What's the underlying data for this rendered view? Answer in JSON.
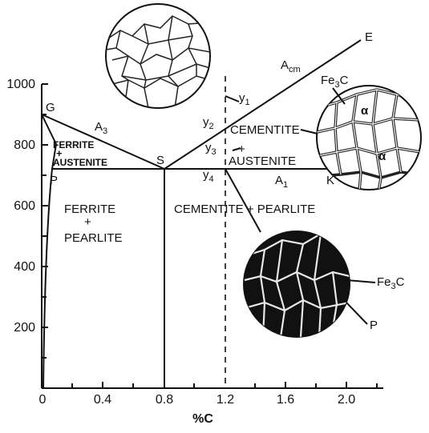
{
  "axes": {
    "xlabel": "%C",
    "x_ticks": [
      "0",
      "0.4",
      "0.8",
      "1.2",
      "1.6",
      "2.0"
    ],
    "y_ticks": [
      "1000",
      "800",
      "600",
      "400",
      "200"
    ]
  },
  "points": {
    "G": "G",
    "P": "P",
    "S": "S",
    "K": "K",
    "E": "E"
  },
  "lines": {
    "a3": "A",
    "a3_sub": "3",
    "acm": "A",
    "acm_sub": "cm",
    "a1": "A",
    "a1_sub": "1"
  },
  "markers": {
    "y1": "y",
    "y1_sub": "1",
    "y2": "y",
    "y2_sub": "2",
    "y3": "y",
    "y3_sub": "3",
    "y4": "y",
    "y4_sub": "4"
  },
  "regions": {
    "ferrite_austenite_1": "FERRITE",
    "ferrite_austenite_plus": "+",
    "ferrite_austenite_2": "AUSTENITE",
    "cementite_austenite_1": "CEMENTITE",
    "cementite_austenite_plus": "+",
    "cementite_austenite_2": "AUSTENITE",
    "ferrite_pearlite_1": "FERRITE",
    "ferrite_pearlite_plus": "+",
    "ferrite_pearlite_2": "PEARLITE",
    "cementite_pearlite": "CEMENTITE + PEARLITE"
  },
  "micro": {
    "fe3c_top": "Fe",
    "fe3c_top_sub": "3",
    "fe3c_top_c": "C",
    "alpha_1": "α",
    "alpha_2": "α",
    "fe3c_bottom": "Fe",
    "fe3c_bottom_sub": "3",
    "fe3c_bottom_c": "C",
    "p": "P"
  }
}
